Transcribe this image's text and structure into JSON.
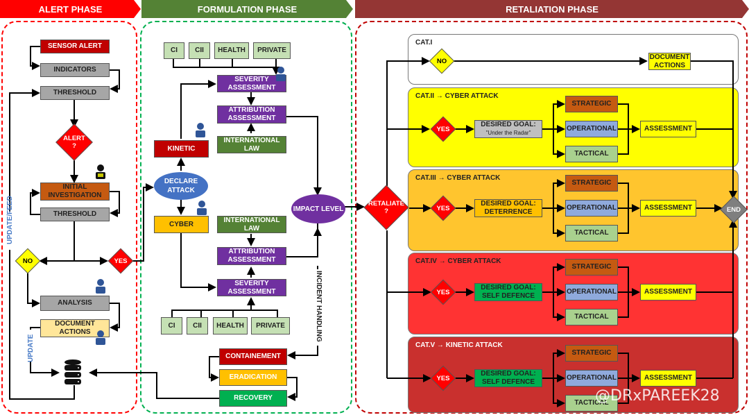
{
  "phases": {
    "alert": "ALERT PHASE",
    "formulation": "FORMULATION PHASE",
    "retaliation": "RETALIATION PHASE"
  },
  "colors": {
    "alert_red": "#ff0000",
    "formulation_green": "#548235",
    "retaliation_maroon": "#943634",
    "cat2_bg": "#ffff00",
    "cat3_bg": "#ffc000",
    "cat4_bg": "#ff3333",
    "cat5_bg": "#c0302e"
  },
  "alert_phase": {
    "sensor_alert": "SENSOR ALERT",
    "indicators": "INDICATORS",
    "threshold_1": "THRESHOLD",
    "alert_decision": "ALERT\n?",
    "initial_investigation": "INITIAL INVESTIGATION",
    "threshold_2": "THRESHOLD",
    "no": "NO",
    "yes": "YES",
    "analysis": "ANALYSIS",
    "document_actions": "DOCUMENT ACTIONS",
    "update_feed_label": "UPDATE/FEED",
    "update_label": "UPDATE",
    "database_icon": "database-icon"
  },
  "formulation_phase": {
    "top_sectors": [
      "CI",
      "CII",
      "HEALTH",
      "PRIVATE"
    ],
    "severity_assessment_top": "SEVERITY ASSESSMENT",
    "attribution_assessment_top": "ATTRIBUTION ASSESSMENT",
    "international_law_top": "INTERNATIONAL LAW",
    "kinetic": "KINETIC",
    "declare_attack": "DECLARE ATTACK",
    "cyber": "CYBER",
    "international_law_bottom": "INTERNATIONAL LAW",
    "attribution_assessment_bottom": "ATTRIBUTION ASSESSMENT",
    "severity_assessment_bottom": "SEVERITY ASSESSMENT",
    "bottom_sectors": [
      "CI",
      "CII",
      "HEALTH",
      "PRIVATE"
    ],
    "impact_level": "IMPACT LEVEL",
    "incident_handling_label": "INCIDENT HANDLING",
    "containement": "CONTAINEMENT",
    "eradication": "ERADICATION",
    "recovery": "RECOVERY"
  },
  "retaliation_phase": {
    "retaliate_decision": "RETALIATE\n?",
    "end": "END",
    "categories": [
      {
        "title": "CAT.I",
        "decision": "NO",
        "outcome": "DOCUMENT ACTIONS"
      },
      {
        "title": "CAT.II → CYBER ATTACK",
        "decision": "YES",
        "goal_line1": "DESIRED GOAL:",
        "goal_line2": "\"Under the Radar\"",
        "levels": [
          "STRATEGIC",
          "OPERATIONAL",
          "TACTICAL"
        ],
        "outcome": "ASSESSMENT"
      },
      {
        "title": "CAT.III → CYBER ATTACK",
        "decision": "YES",
        "goal_line1": "DESIRED GOAL:",
        "goal_line2": "DETERRENCE",
        "levels": [
          "STRATEGIC",
          "OPERATIONAL",
          "TACTICAL"
        ],
        "outcome": "ASSESSMENT"
      },
      {
        "title": "CAT.IV → CYBER ATTACK",
        "decision": "YES",
        "goal_line1": "DESIRED GOAL:",
        "goal_line2": "SELF DEFENCE",
        "levels": [
          "STRATEGIC",
          "OPERATIONAL",
          "TACTICAL"
        ],
        "outcome": "ASSESSMENT"
      },
      {
        "title": "CAT.V → KINETIC ATTACK",
        "decision": "YES",
        "goal_line1": "DESIRED GOAL:",
        "goal_line2": "SELF DEFENCE",
        "levels": [
          "STRATEGIC",
          "OPERATIONAL",
          "TACTICAL"
        ],
        "outcome": "ASSESSMENT"
      }
    ]
  },
  "watermark": "@DRxPAREEK28"
}
